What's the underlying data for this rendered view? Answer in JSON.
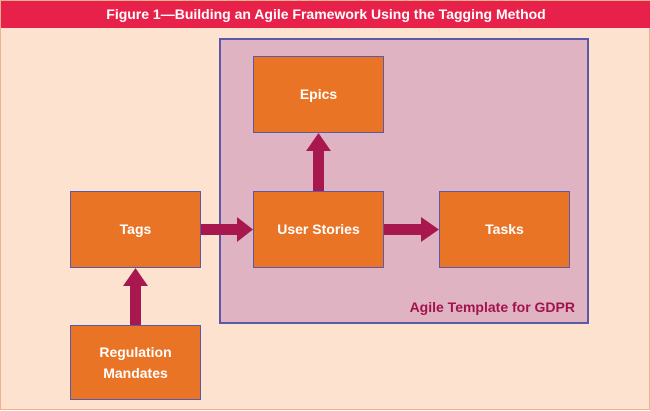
{
  "figure": {
    "title": "Figure 1—Building an Agile Framework Using the Tagging Method"
  },
  "template": {
    "label": "Agile Template for GDPR"
  },
  "nodes": {
    "epics": "Epics",
    "user_stories": "User Stories",
    "tasks": "Tasks",
    "tags": "Tags",
    "regulation_line1": "Regulation",
    "regulation_line2": "Mandates"
  },
  "colors": {
    "title_bar": "#e8214a",
    "background": "#fde3cf",
    "template_fill": "#dfb3c1",
    "template_border": "#5a5aa8",
    "box_fill": "#ea7425",
    "arrow": "#a8184f"
  }
}
